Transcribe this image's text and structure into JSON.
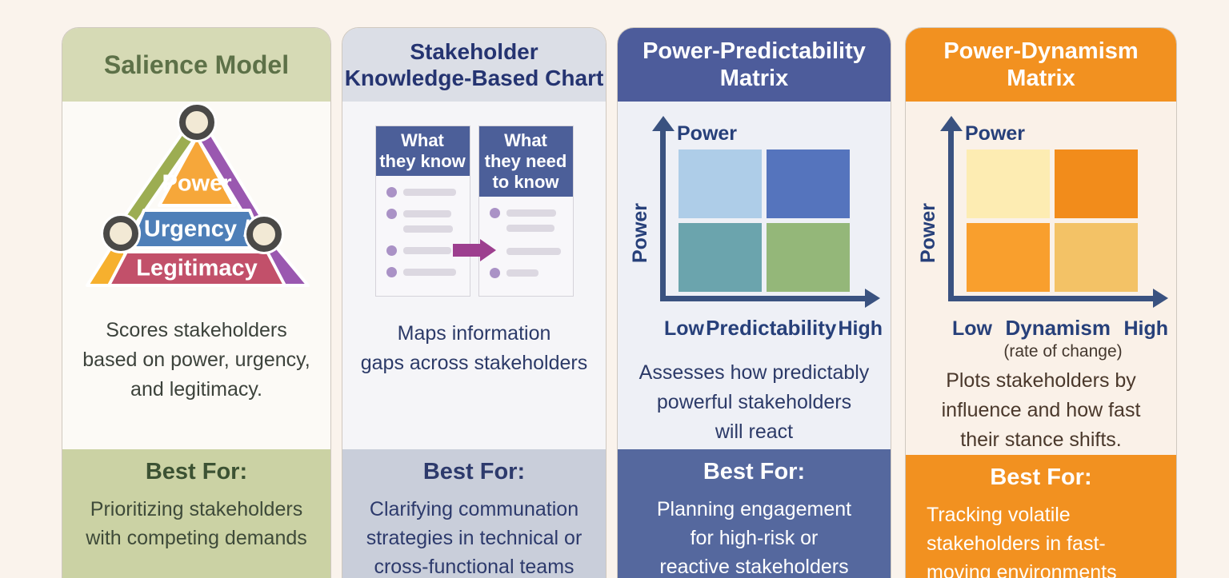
{
  "page": {
    "background": "#faf3ec"
  },
  "cards": [
    {
      "name": "Salience Model",
      "title_lines": [
        "Salience Model"
      ],
      "header_bg": "#d6dab5",
      "header_text_color": "#5d7148",
      "description_lines": [
        "Scores stakeholders",
        "based on power, urgency,",
        "and legitimacy."
      ],
      "best_for": {
        "label": "Best For:",
        "lines": [
          "Prioritizing stakeholders",
          "with competing demands"
        ],
        "bg": "#cbd2a4",
        "text_color": "#3c5233"
      },
      "diagram": {
        "type": "triangle",
        "bands": [
          "Power",
          "Urgency /",
          "Legitimacy"
        ],
        "band_colors": [
          "#f6a73a",
          "#4e7fb8",
          "#c2506a"
        ],
        "left_edge_color": "#9cad52",
        "right_edge_color": "#9a58b0",
        "corner_left_color": "#f6b02e",
        "corner_right_color": "#9a58b0",
        "node_fill": "#f2e9d5",
        "node_ring_color": "#4a4947"
      }
    },
    {
      "name": "Stakeholder Knowledge-Based Chart",
      "title_lines": [
        "Stakeholder",
        "Knowledge-Based Chart"
      ],
      "header_bg": "#dbdee6",
      "header_text_color": "#253471",
      "description_lines": [
        "Maps information",
        "gaps across stakeholders"
      ],
      "best_for": {
        "label": "Best For:",
        "lines": [
          "Clarifying communation",
          "strategies in technical or",
          "cross-functional teams"
        ],
        "bg": "#c9ceda",
        "text_color": "#2d3a6c"
      },
      "diagram": {
        "type": "knowledge-columns",
        "left_header_lines": [
          "What",
          "they know"
        ],
        "right_header_lines": [
          "What",
          "they need",
          "to know"
        ],
        "panel_header_bg": "#4c5f99",
        "bullet_color": "#aa92c6",
        "line_color": "#dcd8e1",
        "arrow_color": "#9d3f8f"
      }
    },
    {
      "name": "Power-Predictability Matrix",
      "title_lines": [
        "Power-Predictability",
        "Matrix"
      ],
      "header_bg": "#4d5c9b",
      "header_text_color": "#ffffff",
      "description_lines": [
        "Assesses how predictably",
        "powerful stakeholders",
        "will react"
      ],
      "best_for": {
        "label": "Best For:",
        "lines": [
          "Planning engagement",
          "for high-risk or",
          "reactive stakeholders"
        ],
        "bg": "#55689e",
        "text_color": "#ffffff"
      },
      "diagram": {
        "type": "2x2-matrix",
        "y_axis_label": "Power",
        "y_axis_side_label": "Power",
        "x_axis_label": "Predictability",
        "x_low_label": "Low",
        "x_high_label": "High",
        "axis_color": "#3a5280",
        "quadrant_colors": {
          "top_left": "#aecde8",
          "top_right": "#5574bd",
          "bottom_left": "#6ba4ad",
          "bottom_right": "#94b779"
        }
      }
    },
    {
      "name": "Power-Dynamism Matrix",
      "title_lines": [
        "Power-Dynamism",
        "Matrix"
      ],
      "header_bg": "#f29120",
      "header_text_color": "#ffffff",
      "description_lines": [
        "Plots stakeholders by",
        "influence and how fast",
        "their stance shifts."
      ],
      "best_for": {
        "label": "Best For:",
        "lines": [
          "Tracking volatile",
          "stakeholders in fast-",
          "moving environments"
        ],
        "bg": "#f29120",
        "text_color": "#ffffff"
      },
      "diagram": {
        "type": "2x2-matrix",
        "y_axis_label": "Power",
        "y_axis_side_label": "Power",
        "x_axis_label": "Dynamism",
        "x_axis_sublabel": "(rate of change)",
        "x_low_label": "Low",
        "x_high_label": "High",
        "axis_color": "#3a5280",
        "quadrant_colors": {
          "top_left": "#fdecb2",
          "top_right": "#f28c1b",
          "bottom_left": "#f99f2d",
          "bottom_right": "#f3c266"
        }
      }
    }
  ]
}
